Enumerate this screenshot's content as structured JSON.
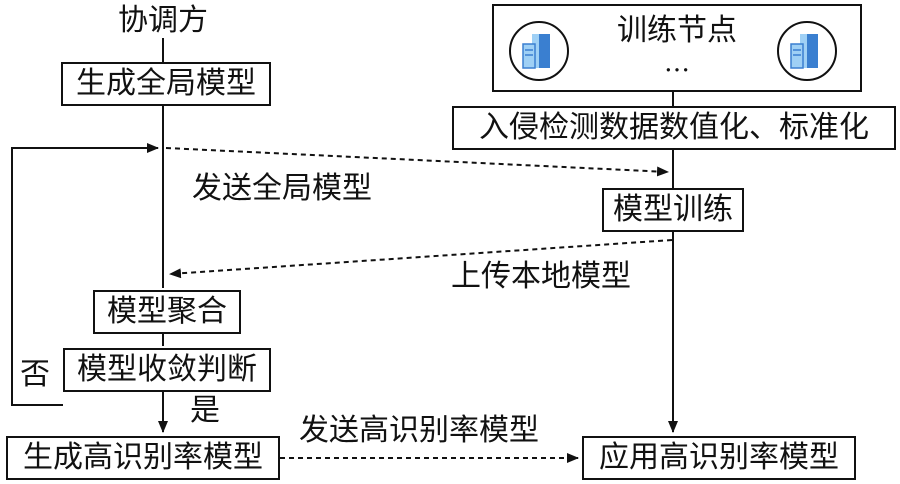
{
  "coordinator": {
    "label": "协调方"
  },
  "training_nodes": {
    "title": "训练节点",
    "ellipsis": "…",
    "icon": "server-icon"
  },
  "steps": {
    "generate_global_model": "生成全局模型",
    "preprocess": "入侵检测数据数值化、标准化",
    "model_training": "模型训练",
    "model_aggregation": "模型聚合",
    "convergence_check": "模型收敛判断",
    "generate_high_rate_model": "生成高识别率模型",
    "apply_high_rate_model": "应用高识别率模型"
  },
  "arrows": {
    "send_global_model": "发送全局模型",
    "upload_local_model": "上传本地模型",
    "send_high_rate_model": "发送高识别率模型",
    "no": "否",
    "yes": "是"
  },
  "colors": {
    "ink": "#111111",
    "icon_blue": "#3a7fd0",
    "icon_light": "#9fd0f5"
  }
}
